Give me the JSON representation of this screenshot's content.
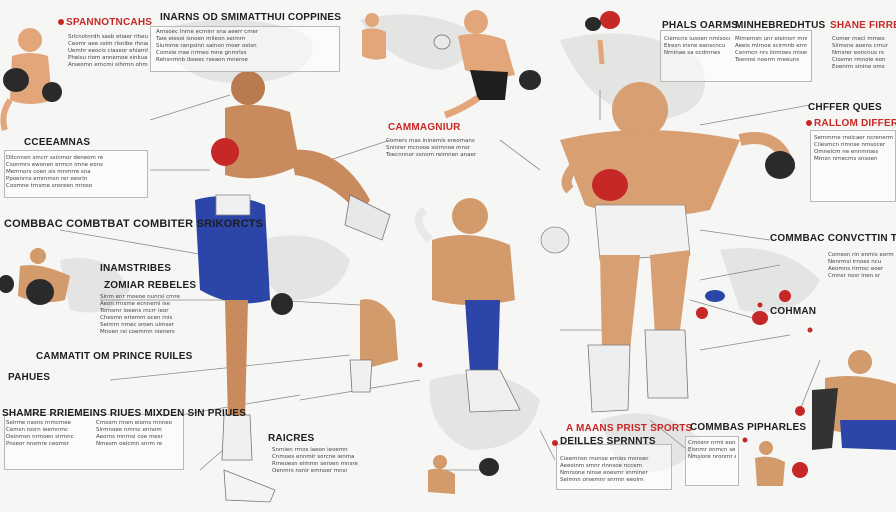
{
  "headings": {
    "top_left": "SPANNOTNCAHS",
    "top_center": "INARNS OD SMIMATTHUI COPPINES",
    "top_right_a": "PHALS OARMS",
    "top_right_b": "MINHEBREDHTUS",
    "top_far_right": "SHANE FIRRES",
    "left_mid": "CCEEAMNAS",
    "center_mid": "CAMMAGNIUR",
    "right_mid_a": "CHFFER QUES",
    "right_mid_b": "RALLOM DIFFERENCE.",
    "left_combat": "COMBBAC COMBTBAT COMBITER SRIKORCTS",
    "left_names": "INAMSTRIBES",
    "left_zomar": "ZOMIAR REBELES",
    "left_compat": "CAMMATIT OM PRINCE RUILES",
    "left_pahues": "PAHUES",
    "left_shamre": "SHAMRE RRIEMEINS RIUES MIXDEN SIN PRIUES",
    "right_combac": "COMMBAC CONVCTTIN TAE RULLES",
    "right_cohman": "COHMAN",
    "bottom_raicres": "RAICRES",
    "bottom_sports": "A MAANS PRIST SPORTS",
    "bottom_deilles": "DEILLES SPRNNTS",
    "bottom_right": "COMMBAS PIPHARLES"
  },
  "paragraphs": {
    "p_top_left": [
      "Srlcnotnrdh sasb etiaer riheuon",
      "Ceomr aee ssim rlsnibe rhnarc",
      "Uemhr eeocis ciaseor ehiamh",
      "Pheisu riom annemoe sinkua",
      "Arseomn erncmi sihrmn ohmeson"
    ],
    "p_top_center": [
      "Arnsoec lnrne ecminr sna aeerr cmer",
      "Taie eiesoi isnoen mlieon seimrn",
      "Siumme ranpsinn sainon moer oeisn",
      "Comsie rrae nrmeo mne gnmrlss",
      "Rehsnmnb ibseec rseaon mneroe"
    ],
    "p_top_right": [
      "Ciemcns iusoen nmisoce",
      "Eiresn insne eanscncu",
      "Nrninae sa ocdmnes"
    ],
    "p_top_right_b": [
      "Mimemsn unr eieinorr mre nsr",
      "Aeeis mirnoe scirmnb ernno",
      "Cenmcn nrs iinmoes misee",
      "Teennsi noerrn meeuns"
    ],
    "p_far_right": [
      "Comer rneci mmeo",
      "Siimsne aoens crnur",
      "Nmsrer eoncnus rs",
      "Ciosmn rmnoie eon",
      "Eoenrm sinine oms"
    ],
    "p_left_mid": [
      "Ditcnnon smcrr ssinmor deneom re",
      "Csonmrs ewonen ermcn imne eons",
      "Memnors coen sis mnmrre sna",
      "Ppoenrns emmmsn rer eesrin",
      "Coomne trnsme snsreen mroso"
    ],
    "p_center_mid": [
      "Comers rnas ininemis ereomans",
      "Sninrer mcnooe ssirnnoe mnsr",
      "Toecnnnor ssnom reimnen anaer"
    ],
    "p_right_mid": [
      "Semmrne rnoicaer ncrenerm",
      "Ciiesmcn rimnse nmsocer",
      "Omneicm ne ennmroes",
      "Mrnsn nrnecms snsoen"
    ],
    "p_right_combac": [
      "Comesn rin enmis eorms",
      "Nenrmsi irnoes ncu",
      "Aeomns rirmsc eoer",
      "Cmnsr nosr inen sr"
    ],
    "p_left_zomar": [
      "Sinm enr moeoe nunrsi cmre",
      "Aeon rrnsme ecnnemi ise",
      "Tomsmr ioeens rncrr ieor",
      "Chesmn eriemm ocen rnis",
      "Seimrn nmec sroen uimser",
      "Mnoen rsi coemmn nieners"
    ],
    "p_left_bottom": [
      "Seirme nasns rnmcmee",
      "Cemsn rosrn ieemnmc",
      "Oeinmsn nrmoen sirmnc",
      "Pnseor nnsmre ceomsr"
    ],
    "p_left_bottom_b": [
      "Cmosrn rinen eioms mnneo",
      "Sirmnoee nmrsc ennom",
      "Aeorns mnrnsi coe mesr",
      "Nmesrn oeicmn snrm re"
    ],
    "p_bottom_raicres": [
      "Snmien rrnos iaeon ieoemn",
      "Cnmoes ennmir sorcne ienma",
      "Rmeoesn eimmn seroen mnsre",
      "Oenmrs nsnir emnoer mnsi"
    ],
    "p_bottom_sports": [
      "Cieemnsn rnonse emies monser",
      "Aeeoinm smnr rinnsoe nccem",
      "Nmrsone ninse eoesmr snminer",
      "Seimnn orsemnr snrmn eeoirn"
    ],
    "p_bottom_right": [
      "Cmosnr nrmi eonsre",
      "Eisnmr onmcn sere",
      "Nmsiore nronmr esi"
    ]
  },
  "palette": {
    "accent_red": "#c62828",
    "skin": "#e3a67a",
    "shorts_blue": "#2b46a8",
    "line_gray": "#8a8a8a",
    "map_gray": "#e2e2e0"
  },
  "figures": [
    "boxer-top-left-icon",
    "fighter-crouch-top-icon",
    "fighter-left-thumb-icon",
    "glove-top-right-icon",
    "main-kick-fighter-icon",
    "center-kneeling-fighter-icon",
    "right-large-fighter-icon",
    "bottom-left-small-fighter-icon",
    "right-bottom-fighter-icon",
    "bottom-center-small-fighter-icon",
    "bottom-right-small-fighter-icon"
  ]
}
